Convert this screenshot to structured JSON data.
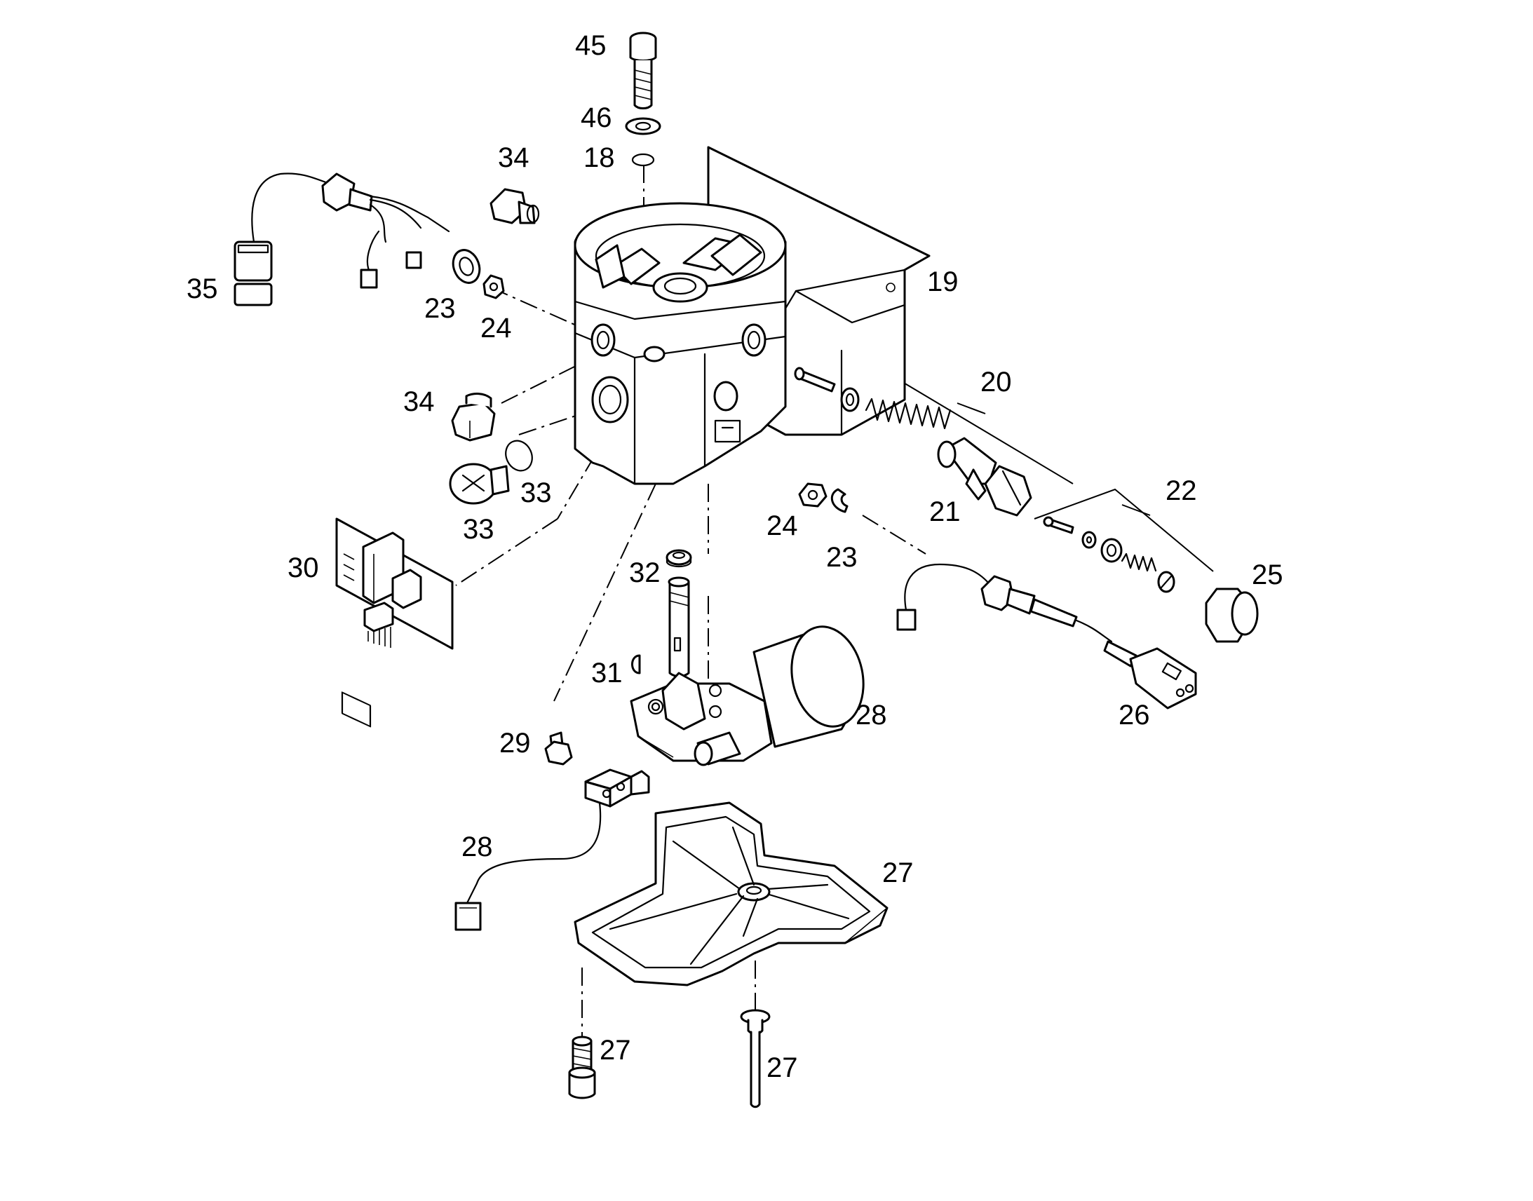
{
  "callouts": {
    "c45": "45",
    "c46": "46",
    "c18": "18",
    "c34_top": "34",
    "c35": "35",
    "c23_left": "23",
    "c24_left": "24",
    "c19": "19",
    "c20": "20",
    "c34_bottom": "34",
    "c33_oring": "33",
    "c33_plug": "33",
    "c21": "21",
    "c22": "22",
    "c24_right": "24",
    "c23_right": "23",
    "c30": "30",
    "c32": "32",
    "c25": "25",
    "c31": "31",
    "c28_motor": "28",
    "c26": "26",
    "c29": "29",
    "c28_cable": "28",
    "c27_tray": "27",
    "c27_screw": "27",
    "c27_sensor": "27"
  },
  "colors": {
    "ink": "#000000",
    "paper": "#ffffff"
  }
}
